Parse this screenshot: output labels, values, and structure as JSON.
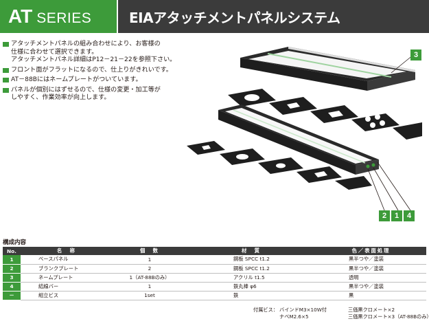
{
  "header": {
    "series_code": "AT",
    "series_word": "SERIES",
    "title": "EIAアタッチメントパネルシステム"
  },
  "features": [
    {
      "lines": [
        "アタッチメントパネルの組み合わせにより、お客様の",
        "仕様に合わせて選択できます。",
        "アタッチメントパネル詳細はP12－21－22を参照下さい。"
      ]
    },
    {
      "lines": [
        "フロント面がフラットになるので、仕上りがきれいです。"
      ]
    },
    {
      "lines": [
        "AT－88Bにはネームプレートがついています。"
      ]
    },
    {
      "lines": [
        "パネルが個別にはずせるので、仕様の変更・加工等が",
        "しやすく、作業効率が向上します。"
      ]
    }
  ],
  "callouts": {
    "top": "3",
    "bottom": [
      "2",
      "1",
      "4"
    ]
  },
  "spec": {
    "section_title": "構成内容",
    "headers": [
      "No.",
      "名　称",
      "個　数",
      "材　質",
      "色／表面処理"
    ],
    "rows": [
      {
        "no": "1",
        "name": "ベースパネル",
        "qty": "1",
        "material": "鋼板 SPCC t1.2",
        "finish": "黒半つや／塗装"
      },
      {
        "no": "2",
        "name": "ブランクプレート",
        "qty": "2",
        "material": "鋼板 SPCC t1.2",
        "finish": "黒半つや／塗装"
      },
      {
        "no": "3",
        "name": "ネームプレート",
        "qty": "1（AT-88Bのみ）",
        "material": "アクリル t1.5",
        "finish": "透明"
      },
      {
        "no": "4",
        "name": "結線バー",
        "qty": "1",
        "material": "鉄丸棒 φ6",
        "finish": "黒半つや／塗装"
      },
      {
        "no": "－",
        "name": "組立ビス",
        "qty": "1set",
        "material": "鉄",
        "finish": "黒"
      }
    ]
  },
  "accessories": {
    "label": "付属ビス：",
    "items": [
      "バインドM3×10W付",
      "三価黒クロメート×2",
      "ナベM2.6×5",
      "三価黒クロメート×3（AT-88Bのみ）"
    ]
  },
  "colors": {
    "brand_green": "#3d9b3a",
    "dark_header": "#3b3b3b"
  }
}
